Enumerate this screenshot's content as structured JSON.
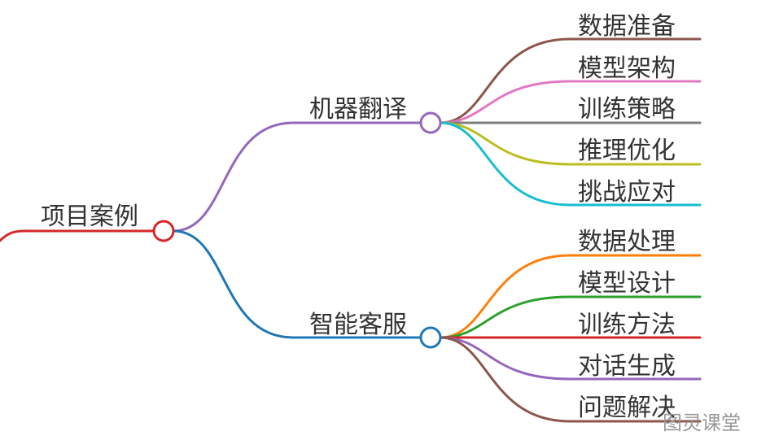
{
  "root": {
    "label": "项目案例",
    "color": "#d62728"
  },
  "branches": [
    {
      "label": "机器翻译",
      "color": "#9467bd",
      "children": [
        {
          "label": "数据准备",
          "color": "#8c564b"
        },
        {
          "label": "模型架构",
          "color": "#e377c2"
        },
        {
          "label": "训练策略",
          "color": "#7f7f7f"
        },
        {
          "label": "推理优化",
          "color": "#bcbd22"
        },
        {
          "label": "挑战应对",
          "color": "#17becf"
        }
      ]
    },
    {
      "label": "智能客服",
      "color": "#1f77b4",
      "children": [
        {
          "label": "数据处理",
          "color": "#ff7f0e"
        },
        {
          "label": "模型设计",
          "color": "#2ca02c"
        },
        {
          "label": "训练方法",
          "color": "#d62728"
        },
        {
          "label": "对话生成",
          "color": "#9467bd"
        },
        {
          "label": "问题解决",
          "color": "#8c564b"
        }
      ]
    }
  ],
  "watermark": "图灵课堂"
}
